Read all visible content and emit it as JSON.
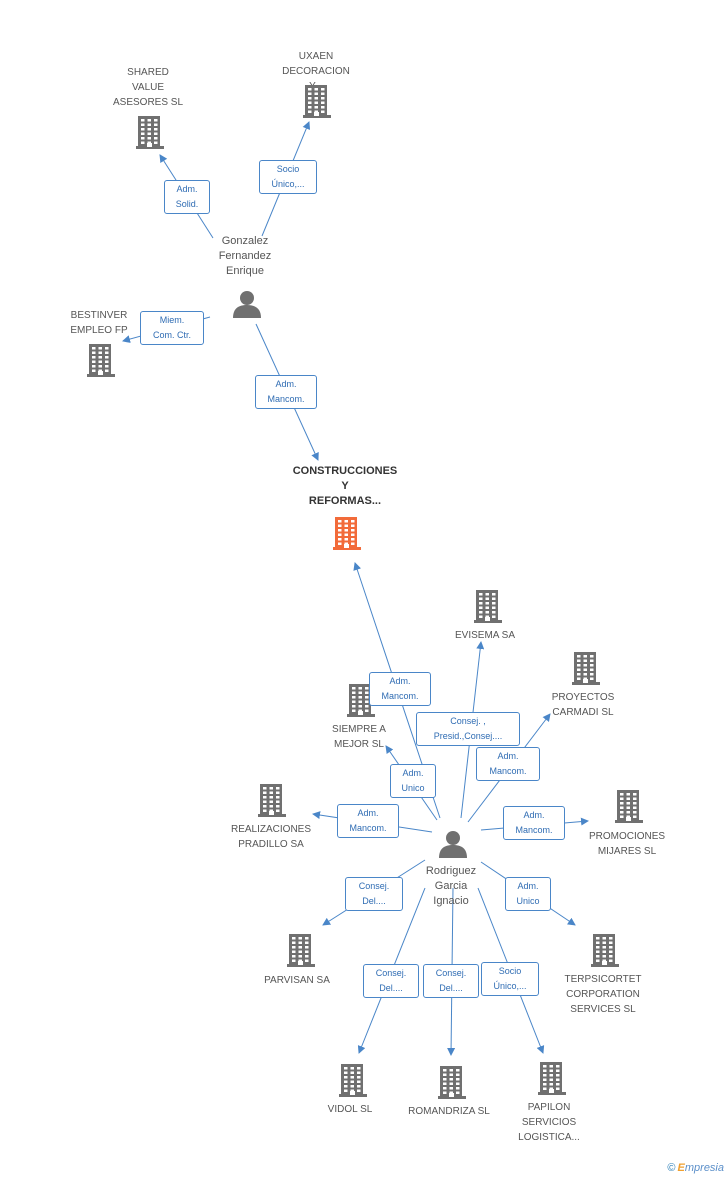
{
  "colors": {
    "edge": "#4a86c8",
    "company": "#707070",
    "main_company": "#f26b3a",
    "person": "#707070"
  },
  "nodes": [
    {
      "id": "construcciones",
      "kind": "main",
      "label": "CONSTRUCCIONES\nY\nREFORMAS..."
    },
    {
      "id": "gonzalez",
      "kind": "person",
      "label": "Gonzalez\nFernandez\nEnrique"
    },
    {
      "id": "rodriguez",
      "kind": "person",
      "label": "Rodriguez\nGarcia\nIgnacio"
    },
    {
      "id": "shared",
      "kind": "company",
      "label": "SHARED\nVALUE\nASESORES SL"
    },
    {
      "id": "uxaen",
      "kind": "company",
      "label": "UXAEN\nDECORACION\nY..."
    },
    {
      "id": "bestinver",
      "kind": "company",
      "label": "BESTINVER\nEMPLEO FP"
    },
    {
      "id": "evisema",
      "kind": "company",
      "label": "EVISEMA SA"
    },
    {
      "id": "proyectos",
      "kind": "company",
      "label": "PROYECTOS\nCARMADI SL"
    },
    {
      "id": "siempre",
      "kind": "company",
      "label": "SIEMPRE A\nMEJOR SL"
    },
    {
      "id": "realizaciones",
      "kind": "company",
      "label": "REALIZACIONES\nPRADILLO SA"
    },
    {
      "id": "promociones",
      "kind": "company",
      "label": "PROMOCIONES\nMIJARES SL"
    },
    {
      "id": "parvisan",
      "kind": "company",
      "label": "PARVISAN SA"
    },
    {
      "id": "terpsicortet",
      "kind": "company",
      "label": "TERPSICORTET\nCORPORATION\nSERVICES  SL"
    },
    {
      "id": "vidol",
      "kind": "company",
      "label": "VIDOL SL"
    },
    {
      "id": "romandriza",
      "kind": "company",
      "label": "ROMANDRIZA SL"
    },
    {
      "id": "papilon",
      "kind": "company",
      "label": "PAPILON\nSERVICIOS\nLOGISTICA..."
    }
  ],
  "edges": [
    {
      "from": "gonzalez",
      "to": "shared",
      "label": "Adm.\nSolid."
    },
    {
      "from": "gonzalez",
      "to": "uxaen",
      "label": "Socio\nÚnico,..."
    },
    {
      "from": "gonzalez",
      "to": "bestinver",
      "label": "Miem.\nCom. Ctr."
    },
    {
      "from": "gonzalez",
      "to": "construcciones",
      "label": "Adm.\nMancom."
    },
    {
      "from": "rodriguez",
      "to": "construcciones",
      "label": "Adm.\nMancom."
    },
    {
      "from": "rodriguez",
      "to": "evisema",
      "label": "Consej. ,\nPresid.,Consej...."
    },
    {
      "from": "rodriguez",
      "to": "proyectos",
      "label": "Adm.\nMancom."
    },
    {
      "from": "rodriguez",
      "to": "siempre",
      "label": "Adm.\nUnico"
    },
    {
      "from": "rodriguez",
      "to": "realizaciones",
      "label": "Adm.\nMancom."
    },
    {
      "from": "rodriguez",
      "to": "promociones",
      "label": "Adm.\nMancom."
    },
    {
      "from": "rodriguez",
      "to": "parvisan",
      "label": "Consej.\nDel...."
    },
    {
      "from": "rodriguez",
      "to": "terpsicortet",
      "label": "Adm.\nUnico"
    },
    {
      "from": "rodriguez",
      "to": "vidol",
      "label": "Consej.\nDel...."
    },
    {
      "from": "rodriguez",
      "to": "romandriza",
      "label": "Consej.\nDel...."
    },
    {
      "from": "rodriguez",
      "to": "papilon",
      "label": "Socio\nÚnico,..."
    }
  ],
  "watermark": {
    "symbol": "©",
    "brand_initial": "E",
    "brand_rest": "mpresia"
  }
}
